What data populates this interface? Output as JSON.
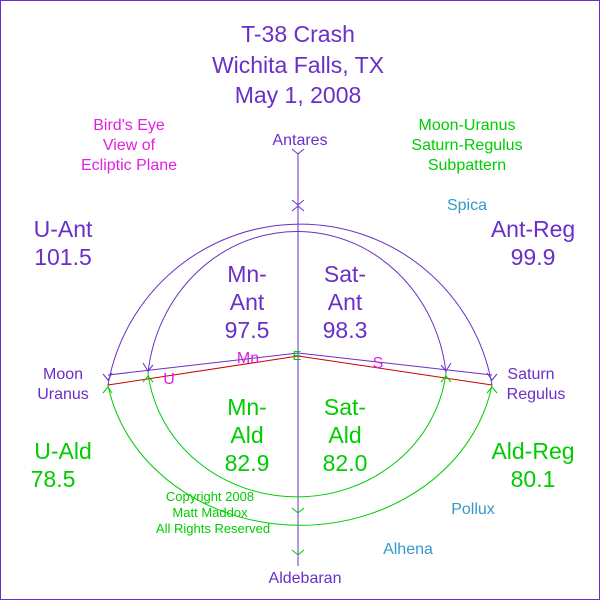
{
  "title": {
    "line1": "T-38 Crash",
    "line2": "Wichita Falls, TX",
    "line3": "May 1, 2008"
  },
  "birds_eye": {
    "line1": "Bird's Eye",
    "line2": "View of",
    "line3": "Ecliptic Plane"
  },
  "subpattern": {
    "line1": "Moon-Uranus",
    "line2": "Saturn-Regulus",
    "line3": "Subpattern"
  },
  "stars": {
    "antares": "Antares",
    "spica": "Spica",
    "pollux": "Pollux",
    "alhena": "Alhena",
    "aldebaran": "Aldebaran"
  },
  "bodies": {
    "moon": "Moon",
    "uranus": "Uranus",
    "saturn": "Saturn",
    "regulus": "Regulus"
  },
  "center_markers": {
    "u": "U",
    "mn": "Mn",
    "e": "E",
    "s": "S"
  },
  "measures": {
    "u_ant": {
      "label": "U-Ant",
      "value": "101.5"
    },
    "ant_reg": {
      "label": "Ant-Reg",
      "value": "99.9"
    },
    "mn_ant": {
      "label1": "Mn-",
      "label2": "Ant",
      "value": "97.5"
    },
    "sat_ant": {
      "label1": "Sat-",
      "label2": "Ant",
      "value": "98.3"
    },
    "mn_ald": {
      "label1": "Mn-",
      "label2": "Ald",
      "value": "82.9"
    },
    "sat_ald": {
      "label1": "Sat-",
      "label2": "Ald",
      "value": "82.0"
    },
    "u_ald": {
      "label": "U-Ald",
      "value": "78.5"
    },
    "ald_reg": {
      "label": "Ald-Reg",
      "value": "80.1"
    }
  },
  "copyright": {
    "line1": "Copyright 2008",
    "line2": "Matt Maddox",
    "line3": "All Rights Reserved"
  },
  "colors": {
    "purple": "#6a2fc8",
    "magenta": "#e020e0",
    "green": "#00cc00",
    "blue": "#3399cc",
    "red": "#cc0000"
  }
}
